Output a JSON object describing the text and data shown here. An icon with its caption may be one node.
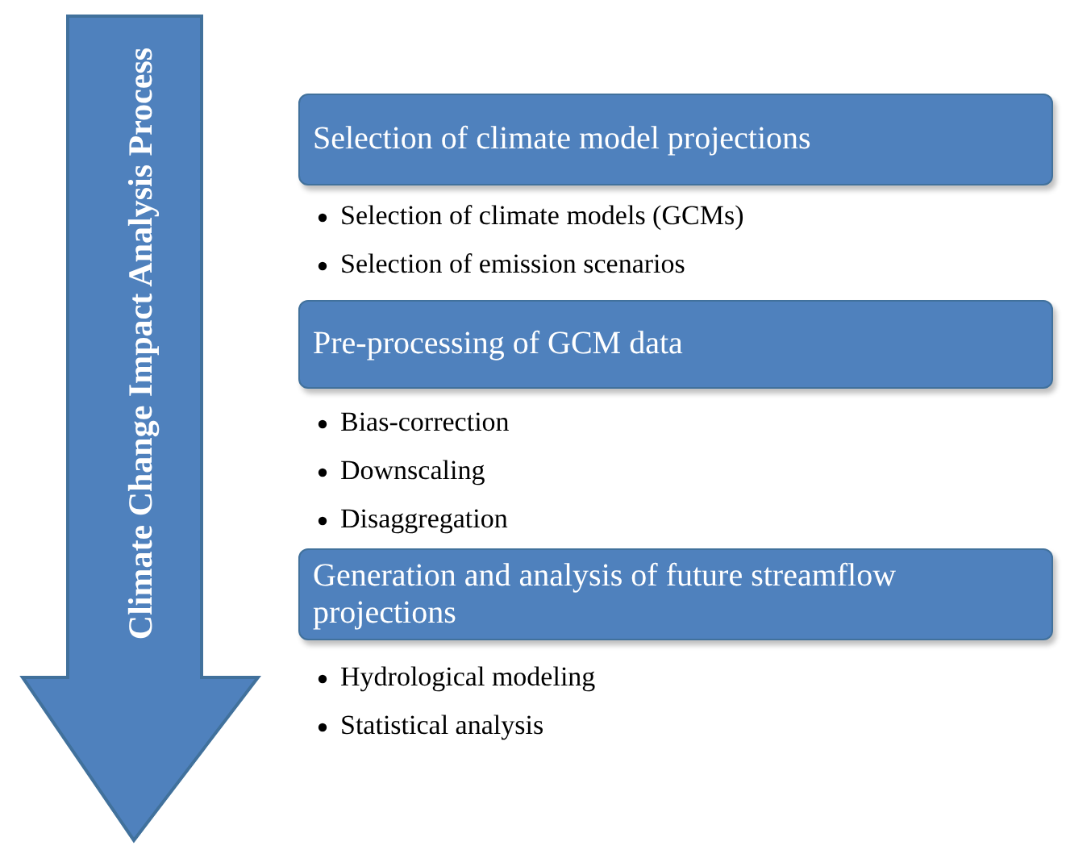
{
  "diagram": {
    "nodes": [
      {
        "text": [
          "Climate Change Impact Analysis Process"
        ]
      },
      {
        "text": [
          "Selection of climate model projections"
        ],
        "beside": [
          "Selection of climate models (GCMs)",
          "Selection of emission scenarios"
        ]
      },
      {
        "text": [
          "Pre-processing of GCM data"
        ],
        "beside": [
          "Bias-correction",
          "Downscaling",
          "Disaggregation"
        ]
      },
      {
        "text": [
          "Generation and analysis of future streamflow projections"
        ],
        "beside": [
          "Hydrological modeling",
          "Statistical analysis"
        ]
      }
    ]
  }
}
